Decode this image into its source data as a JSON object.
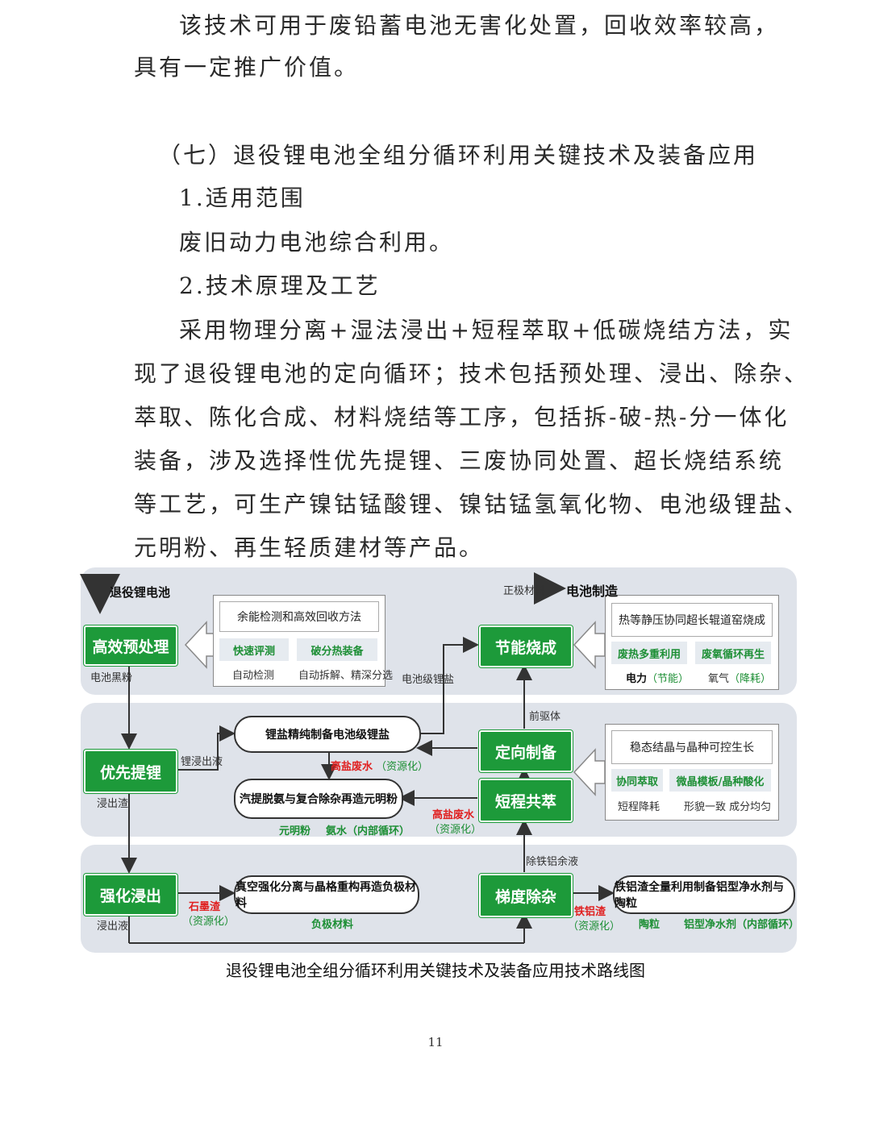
{
  "text": {
    "line1": "该技术可用于废铅蓄电池无害化处置，回收效率较高，",
    "line2": "具有一定推广价值。",
    "section_title": "（七）退役锂电池全组分循环利用关键技术及装备应用",
    "sub1": "1.适用范围",
    "scope": "废旧动力电池综合利用。",
    "sub2": "2.技术原理及工艺",
    "body": [
      "采用物理分离+湿法浸出+短程萃取+低碳烧结方法，实",
      "现了退役锂电池的定向循环；技术包括预处理、浸出、除杂、",
      "萃取、陈化合成、材料烧结等工序，包括拆-破-热-分一体化",
      "装备，涉及选择性优先提锂、三废协同处置、超长烧结系统",
      "等工艺，可生产镍钴锰酸锂、镍钴锰氢氧化物、电池级锂盐、",
      "元明粉、再生轻质建材等产品。"
    ]
  },
  "diagram": {
    "input_label": "退役锂电池",
    "steps": {
      "pretreat": "高效预处理",
      "lithium": "优先提锂",
      "leach": "强化浸出",
      "sinter": "节能烧成",
      "prep": "定向制备",
      "extract": "短程共萃",
      "impurity": "梯度除杂"
    },
    "panel_pretreat": {
      "title": "余能检测和高效回收方法",
      "chip1": "快速评测",
      "chip2": "破分热装备",
      "sub1": "自动检测",
      "sub2": "自动拆解、精深分选"
    },
    "panel_sinter": {
      "title": "热等静压协同超长辊道窑烧成",
      "chip1": "废热多重利用",
      "chip2": "废氧循环再生",
      "sub1a": "电力",
      "sub1b": "（节能）",
      "sub2a": "氧气",
      "sub2b": "（降耗）"
    },
    "panel_extract": {
      "title": "稳态结晶与晶种可控生长",
      "chip1": "协同萃取",
      "chip2": "微晶模板/晶种酸化",
      "sub1": "短程降耗",
      "sub2": "形貌一致 成分均匀"
    },
    "pill_lisalt": "锂盐精纯制备电池级锂盐",
    "pill_mingfen": "汽提脱氨与复合除杂再造元明粉",
    "pill_anode": "真空强化分离与晶格重构再造负极材料",
    "pill_fe": "铁铝渣全量利用制备铝型净水剂与陶粒",
    "labels": {
      "black_powder": "电池黑粉",
      "li_leachate": "锂浸出液",
      "leach_residue": "浸出渣",
      "leachate": "浸出液",
      "battery_li_salt": "电池级锂盐",
      "cathode": "正极材料",
      "battery_mfg": "电池制造",
      "precursor": "前驱体",
      "after_fe_al": "除铁铝余液",
      "high_salt1": "高盐废水",
      "res1": "（资源化）",
      "high_salt2": "高盐废水",
      "res2": "（资源化）",
      "graphite": "石墨渣",
      "res3": "（资源化）",
      "fe_al_slag": "铁铝渣",
      "res4": "（资源化）",
      "mingfen": "元明粉",
      "ammonia": "氨水（内部循环）",
      "anode_mat": "负极材料",
      "ceramsite": "陶粒",
      "purifier": "铝型净水剂（内部循环）"
    },
    "caption": "退役锂电池全组分循环利用关键技术及装备应用技术路线图"
  },
  "page_number": "11"
}
